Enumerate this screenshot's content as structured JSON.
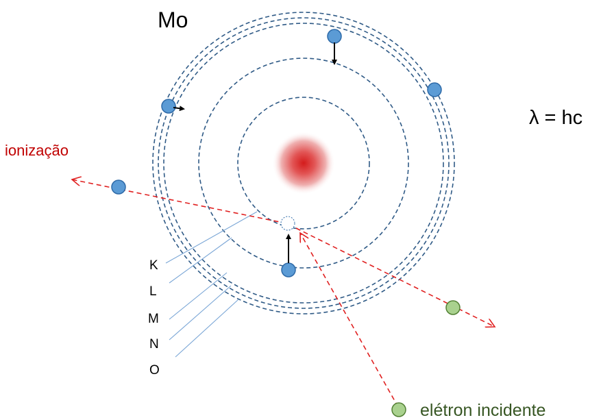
{
  "title": "Mo",
  "formula_text": "λ = hc",
  "ionization_label": "ionização",
  "incident_label": "elétron incidente",
  "shell_labels": [
    "K",
    "L",
    "M",
    "N",
    "O"
  ],
  "colors": {
    "orbit": "#2f5a86",
    "electron": "#5b9bd5",
    "electron_edge": "#2e6aa8",
    "secondary_electron": "#a9d18e",
    "secondary_edge": "#538135",
    "path": "#e02020",
    "ionization_text": "#c00000",
    "incident_text": "#375623",
    "leader_line": "#7aa6d6",
    "nucleus": "#d41c1c"
  }
}
